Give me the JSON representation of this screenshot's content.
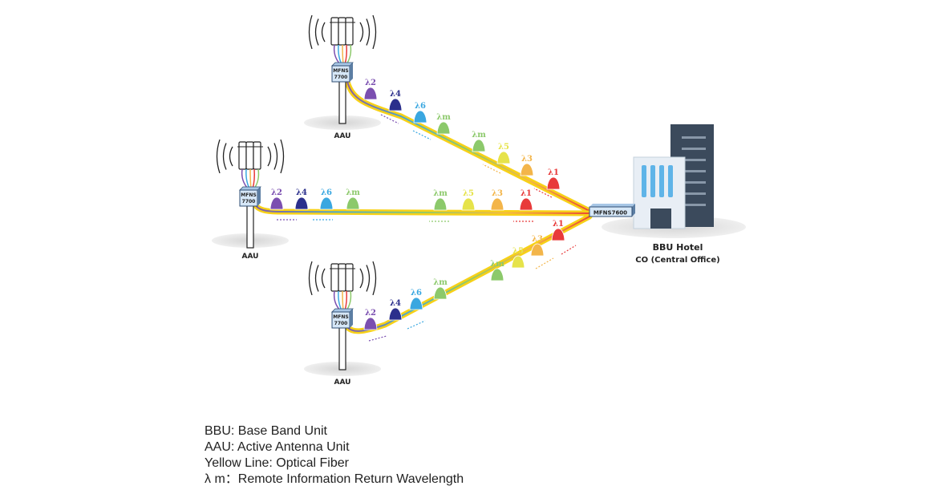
{
  "diagram": {
    "aau_label": "AAU",
    "aau_module": [
      "MFNS",
      "7700"
    ],
    "central_module": "MFNS7600",
    "co_title": "BBU Hotel",
    "co_subtitle": "CO (Central Office)",
    "links": {
      "top": {
        "outbound": [
          {
            "label": "λ2",
            "color": "#7b4fb0"
          },
          {
            "label": "λ4",
            "color": "#2b2f8c"
          },
          {
            "label": "λ6",
            "color": "#3aa7e0"
          },
          {
            "label": "λm",
            "color": "#8cc96b"
          }
        ],
        "return": [
          {
            "label": "λm",
            "color": "#8cc96b"
          },
          {
            "label": "λ5",
            "color": "#e6e34a"
          },
          {
            "label": "λ3",
            "color": "#f3b54a"
          },
          {
            "label": "λ1",
            "color": "#e83a3a"
          }
        ]
      },
      "middle": {
        "outbound": [
          {
            "label": "λ2",
            "color": "#7b4fb0"
          },
          {
            "label": "λ4",
            "color": "#2b2f8c"
          },
          {
            "label": "λ6",
            "color": "#3aa7e0"
          },
          {
            "label": "λm",
            "color": "#8cc96b"
          }
        ],
        "return": [
          {
            "label": "λm",
            "color": "#8cc96b"
          },
          {
            "label": "λ5",
            "color": "#e6e34a"
          },
          {
            "label": "λ3",
            "color": "#f3b54a"
          },
          {
            "label": "λ1",
            "color": "#e83a3a"
          }
        ]
      },
      "bottom": {
        "outbound": [
          {
            "label": "λ2",
            "color": "#7b4fb0"
          },
          {
            "label": "λ4",
            "color": "#2b2f8c"
          },
          {
            "label": "λ6",
            "color": "#3aa7e0"
          },
          {
            "label": "λm",
            "color": "#8cc96b"
          }
        ],
        "return": [
          {
            "label": "λm",
            "color": "#8cc96b"
          },
          {
            "label": "λ5",
            "color": "#e6e34a"
          },
          {
            "label": "λ3",
            "color": "#f3b54a"
          },
          {
            "label": "λ1",
            "color": "#e83a3a"
          }
        ]
      }
    }
  },
  "legend": [
    "BBU: Base Band Unit",
    "AAU: Active Antenna Unit",
    "Yellow Line: Optical Fiber",
    "λ m：Remote Information Return Wavelength"
  ],
  "colors": {
    "fiber": "#f7d117",
    "fiber_core": "#fff38a",
    "building_dark": "#3b4a5c",
    "building_light": "#5fb4e8"
  }
}
